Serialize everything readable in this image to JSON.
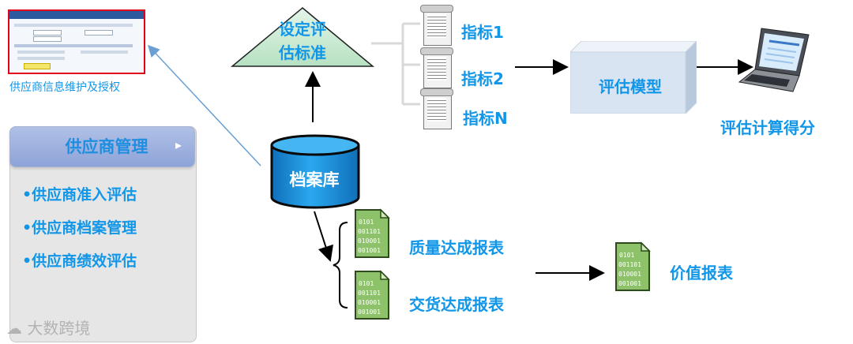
{
  "thumbnail": {
    "caption": "供应商信息维护及授权"
  },
  "supplier_panel": {
    "title": "供应商管理",
    "items": [
      "•供应商准入评估",
      "•供应商档案管理",
      "•供应商绩效评估"
    ]
  },
  "criteria": {
    "label_line1": "设定评",
    "label_line2": "估标准"
  },
  "indicators": [
    "指标1",
    "指标2",
    "指标N"
  ],
  "database": {
    "label": "档案库"
  },
  "model": {
    "label": "评估模型"
  },
  "laptop": {
    "caption": "评估计算得分"
  },
  "reports": [
    "质量达成报表",
    "交货达成报表"
  ],
  "value_report": {
    "label": "价值报表"
  },
  "binary_text": [
    "0101",
    "001101",
    "010001",
    "001001"
  ],
  "watermark": "大数跨境",
  "colors": {
    "accent": "#1296e8",
    "triangle": "#c8ead0",
    "model_box": "#d8e4f2",
    "database": "#1e9be0",
    "highlight_border": "#e0001a"
  }
}
